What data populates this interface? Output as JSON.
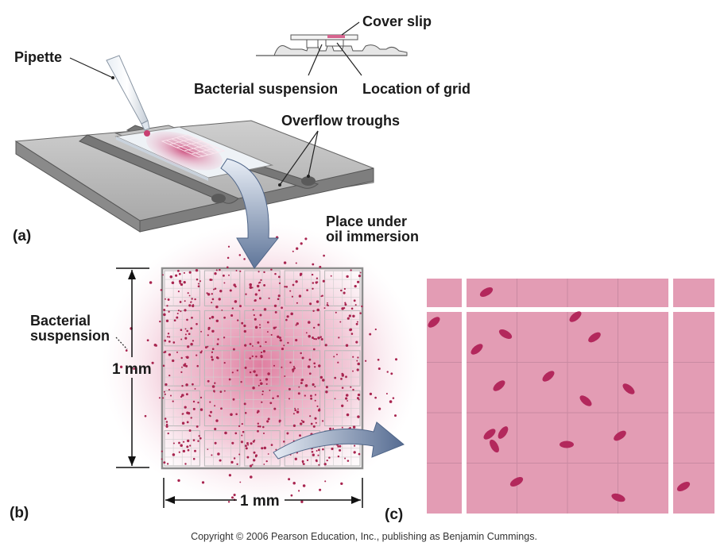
{
  "labels": {
    "cover_slip": "Cover slip",
    "pipette": "Pipette",
    "bacterial_suspension_top": "Bacterial suspension",
    "location_of_grid": "Location of grid",
    "overflow_troughs": "Overflow troughs",
    "panel_a": "(a)",
    "place_under_line1": "Place under",
    "place_under_line2": "oil immersion",
    "bacterial_suspension_b_line1": "Bacterial",
    "bacterial_suspension_b_line2": "suspension",
    "vertical_scale": "1 mm",
    "horizontal_scale": "1 mm",
    "panel_b": "(b)",
    "panel_c": "(c)"
  },
  "copyright": "Copyright © 2006 Pearson Education, Inc., publishing as Benjamin Cummings.",
  "colors": {
    "slide_gray": "#9a9a9a",
    "pink_fill": "#e39cb4",
    "cell": "#b02a5a",
    "grid_line": "#c7c7c7",
    "arrow_blue": "#6f86a8"
  }
}
